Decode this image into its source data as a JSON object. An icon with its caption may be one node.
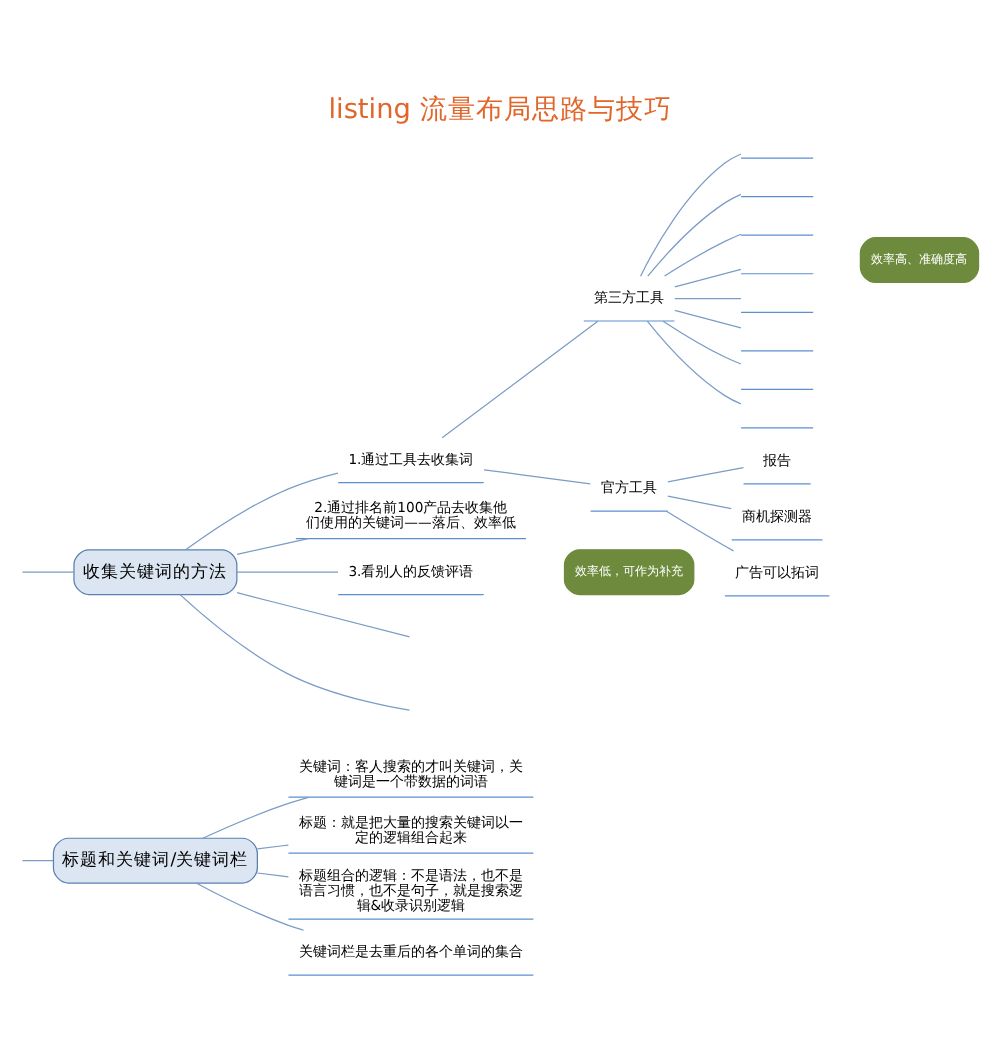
{
  "diagram": {
    "title": "listing 流量布局思路与技巧",
    "nodes": [
      {
        "text": [
          "标题和关键词/关键词栏"
        ]
      },
      {
        "text": [
          "关键词：客人搜索的才叫关键词，关键词是一个带数据的词语"
        ]
      },
      {
        "text": [
          "标题：就是把大量的搜索关键词以一定的逻辑组合起来"
        ]
      },
      {
        "text": [
          "标题组合的逻辑：不是语法，也不是语言习惯，也不是句子，就是搜索逻辑&收录识别逻辑"
        ]
      },
      {
        "text": [
          "关键词栏是去重后的各个单词的集合"
        ]
      },
      {
        "text": [
          "收集关键词的方法"
        ]
      },
      {
        "text": [
          "1.通过工具去收集词"
        ]
      },
      {
        "text": [
          "第三方工具"
        ]
      },
      {
        "text": [],
        "shape": "line"
      },
      {
        "text": [],
        "shape": "line"
      },
      {
        "text": [],
        "shape": "line"
      },
      {
        "text": [],
        "shape": "line"
      },
      {
        "text": [],
        "shape": "line"
      },
      {
        "text": [],
        "shape": "line"
      },
      {
        "text": [],
        "shape": "line"
      },
      {
        "text": [],
        "shape": "line"
      },
      {
        "text": [
          "官方工具"
        ]
      },
      {
        "text": [
          "报告"
        ]
      },
      {
        "text": [
          "商机探测器"
        ]
      },
      {
        "text": [
          "广告可以拓词"
        ]
      },
      {
        "text": [
          "效率高、准确度高"
        ]
      },
      {
        "text": [
          "2.通过排名前100产品去收集他们使用的关键词——落后、效率低"
        ]
      },
      {
        "text": [
          "3.看别人的反馈评语"
        ]
      },
      {
        "text": [
          "效率低，可作为补充"
        ]
      }
    ],
    "edges": [
      {
        "from": null,
        "to": 0,
        "arrow": "none"
      },
      {
        "from": null,
        "to": 5,
        "arrow": "none"
      },
      {
        "from": 0,
        "to": 1,
        "arrow": "none"
      },
      {
        "from": 0,
        "to": 2,
        "arrow": "none"
      },
      {
        "from": 0,
        "to": 3,
        "arrow": "none"
      },
      {
        "from": 0,
        "to": 4,
        "arrow": "none"
      },
      {
        "from": 5,
        "to": 6,
        "arrow": "none"
      },
      {
        "from": 6,
        "to": 7,
        "arrow": "none"
      },
      {
        "from": 7,
        "to": 8,
        "arrow": "none"
      },
      {
        "from": 7,
        "to": 9,
        "arrow": "none"
      },
      {
        "from": 7,
        "to": 10,
        "arrow": "none"
      },
      {
        "from": 7,
        "to": 11,
        "arrow": "none"
      },
      {
        "from": 7,
        "to": 12,
        "arrow": "none"
      },
      {
        "from": 7,
        "to": 13,
        "arrow": "none"
      },
      {
        "from": 7,
        "to": 14,
        "arrow": "none"
      },
      {
        "from": 7,
        "to": 15,
        "arrow": "none"
      },
      {
        "from": 6,
        "to": 16,
        "arrow": "none"
      },
      {
        "from": 16,
        "to": 17,
        "arrow": "none"
      },
      {
        "from": 16,
        "to": 18,
        "arrow": "none"
      },
      {
        "from": 16,
        "to": 19,
        "arrow": "none"
      },
      {
        "from": 5,
        "to": 21,
        "arrow": "none"
      },
      {
        "from": 5,
        "to": 22,
        "arrow": "none"
      },
      {
        "from": 5,
        "to": null,
        "arrow": "none"
      },
      {
        "from": 5,
        "to": null,
        "arrow": "none"
      }
    ]
  }
}
